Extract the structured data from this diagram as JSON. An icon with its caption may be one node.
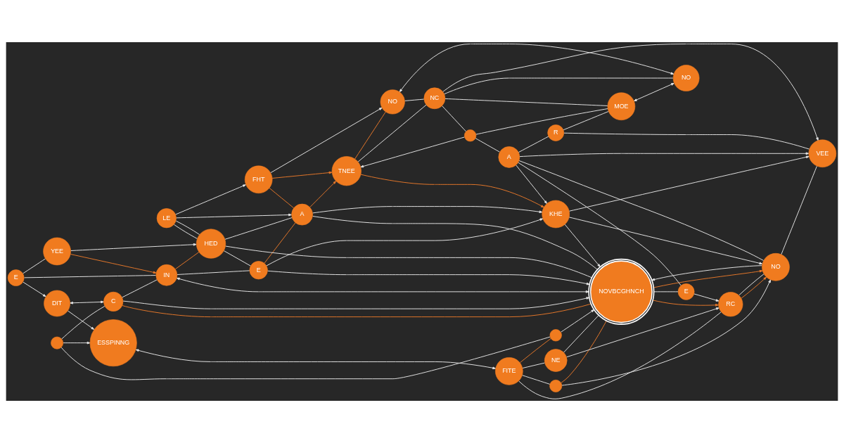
{
  "diagram": {
    "nodes": [
      {
        "text": [
          "YEE"
        ]
      },
      {
        "text": [
          "LE"
        ]
      },
      {
        "text": [
          "FHT"
        ]
      },
      {
        "text": [
          "E"
        ]
      },
      {
        "text": [
          "DIT"
        ]
      },
      {
        "text": [
          "HED"
        ]
      },
      {
        "text": [
          "IN"
        ]
      },
      {
        "text": [
          "A"
        ]
      },
      {
        "text": [
          "NO"
        ]
      },
      {
        "text": [
          "C"
        ]
      },
      {
        "text": [
          "E"
        ]
      },
      {
        "text": [
          "TNEE"
        ]
      },
      {
        "text": [
          "NO"
        ]
      },
      {
        "text": [
          "ESSPINNG"
        ]
      },
      {
        "text": [],
        "shape": "circle"
      },
      {
        "text": [
          "NC"
        ]
      },
      {
        "text": [
          "KHE"
        ]
      },
      {
        "text": [
          "NOVBCGHNCH"
        ]
      },
      {
        "text": [],
        "shape": "circle"
      },
      {
        "text": [],
        "shape": "circle"
      },
      {
        "text": [
          "A"
        ]
      },
      {
        "text": [
          "FITE"
        ]
      },
      {
        "text": [],
        "shape": "circle"
      },
      {
        "text": [
          "MOE"
        ]
      },
      {
        "text": [
          "NO"
        ]
      },
      {
        "text": [
          "R"
        ]
      },
      {
        "text": [
          "VEE"
        ]
      },
      {
        "text": [
          "NE"
        ]
      },
      {
        "text": [
          "RC"
        ]
      },
      {
        "text": [
          "E"
        ]
      }
    ],
    "edges": [
      {
        "from": 3,
        "to": 0,
        "arrow": "none"
      },
      {
        "from": 3,
        "to": 4,
        "arrow": "to"
      },
      {
        "from": 3,
        "to": 6,
        "arrow": "none"
      },
      {
        "from": 4,
        "to": 9,
        "arrow": "both"
      },
      {
        "from": 4,
        "to": 13,
        "arrow": "to"
      },
      {
        "from": 14,
        "to": 13,
        "arrow": "to"
      },
      {
        "from": 14,
        "to": 9,
        "arrow": "none"
      },
      {
        "from": 14,
        "to": 18,
        "arrow": "none"
      },
      {
        "from": 9,
        "to": 6,
        "arrow": "none"
      },
      {
        "from": 9,
        "to": 17,
        "arrow": "none",
        "color": "#e8782a"
      },
      {
        "from": 9,
        "to": 17,
        "arrow": "to"
      },
      {
        "from": 18,
        "to": 17,
        "arrow": "to"
      },
      {
        "from": 13,
        "to": 21,
        "arrow": "both"
      },
      {
        "from": 21,
        "to": 18,
        "arrow": "none",
        "color": "#e8782a"
      },
      {
        "from": 21,
        "to": 22,
        "arrow": "none"
      },
      {
        "from": 22,
        "to": 17,
        "arrow": "none",
        "color": "#e8782a"
      },
      {
        "from": 22,
        "to": 24,
        "arrow": "to"
      },
      {
        "from": 21,
        "to": 27,
        "arrow": "none"
      },
      {
        "from": 21,
        "to": 28,
        "arrow": "none"
      },
      {
        "from": 27,
        "to": 28,
        "arrow": "to"
      },
      {
        "from": 27,
        "to": 17,
        "arrow": "none"
      },
      {
        "from": 17,
        "to": 28,
        "arrow": "to",
        "color": "#e8782a"
      },
      {
        "from": 28,
        "to": 24,
        "arrow": "to",
        "color": "#e8782a"
      },
      {
        "from": 29,
        "to": 28,
        "arrow": "to"
      },
      {
        "from": 28,
        "to": 24,
        "arrow": "none"
      },
      {
        "from": 17,
        "to": 29,
        "arrow": "none"
      },
      {
        "from": 17,
        "to": 24,
        "arrow": "to",
        "color": "#e8782a"
      },
      {
        "from": 24,
        "to": 17,
        "arrow": "to"
      },
      {
        "from": 16,
        "to": 17,
        "arrow": "to"
      },
      {
        "from": 17,
        "to": 5,
        "arrow": "none"
      },
      {
        "from": 6,
        "to": 17,
        "arrow": "both"
      },
      {
        "from": 6,
        "to": 5,
        "arrow": "none",
        "color": "#e8782a"
      },
      {
        "from": 0,
        "to": 6,
        "arrow": "to",
        "color": "#e8782a"
      },
      {
        "from": 0,
        "to": 5,
        "arrow": "to"
      },
      {
        "from": 6,
        "to": 10,
        "arrow": "none"
      },
      {
        "from": 10,
        "to": 16,
        "arrow": "to"
      },
      {
        "from": 5,
        "to": 10,
        "arrow": "none"
      },
      {
        "from": 10,
        "to": 17,
        "arrow": "to"
      },
      {
        "from": 10,
        "to": 7,
        "arrow": "none",
        "color": "#e8782a"
      },
      {
        "from": 7,
        "to": 17,
        "arrow": "none"
      },
      {
        "from": 5,
        "to": 7,
        "arrow": "none"
      },
      {
        "from": 1,
        "to": 5,
        "arrow": "none"
      },
      {
        "from": 1,
        "to": 5,
        "arrow": "none"
      },
      {
        "from": 1,
        "to": 7,
        "arrow": "to"
      },
      {
        "from": 1,
        "to": 2,
        "arrow": "to"
      },
      {
        "from": 2,
        "to": 7,
        "arrow": "none",
        "color": "#e8782a"
      },
      {
        "from": 2,
        "to": 11,
        "arrow": "to",
        "color": "#e8782a"
      },
      {
        "from": 2,
        "to": 8,
        "arrow": "to"
      },
      {
        "from": 7,
        "to": 11,
        "arrow": "to",
        "color": "#e8782a"
      },
      {
        "from": 7,
        "to": 16,
        "arrow": "to"
      },
      {
        "from": 11,
        "to": 8,
        "arrow": "none",
        "color": "#e8782a"
      },
      {
        "from": 11,
        "to": 16,
        "arrow": "to",
        "color": "#e8782a"
      },
      {
        "from": 11,
        "to": 15,
        "arrow": "none"
      },
      {
        "from": 8,
        "to": 15,
        "arrow": "none"
      },
      {
        "from": 8,
        "to": 12,
        "arrow": "both"
      },
      {
        "from": 15,
        "to": 12,
        "arrow": "none"
      },
      {
        "from": 23,
        "to": 12,
        "arrow": "both"
      },
      {
        "from": 19,
        "to": 11,
        "arrow": "to"
      },
      {
        "from": 15,
        "to": 19,
        "arrow": "none"
      },
      {
        "from": 15,
        "to": 26,
        "arrow": "to"
      },
      {
        "from": 15,
        "to": 23,
        "arrow": "none"
      },
      {
        "from": 19,
        "to": 20,
        "arrow": "none"
      },
      {
        "from": 19,
        "to": 23,
        "arrow": "none"
      },
      {
        "from": 20,
        "to": 25,
        "arrow": "none"
      },
      {
        "from": 25,
        "to": 23,
        "arrow": "none"
      },
      {
        "from": 25,
        "to": 26,
        "arrow": "none"
      },
      {
        "from": 20,
        "to": 26,
        "arrow": "to"
      },
      {
        "from": 16,
        "to": 26,
        "arrow": "to"
      },
      {
        "from": 20,
        "to": 16,
        "arrow": "to"
      },
      {
        "from": 16,
        "to": 24,
        "arrow": "to"
      },
      {
        "from": 24,
        "to": 20,
        "arrow": "none"
      },
      {
        "from": 24,
        "to": 26,
        "arrow": "none"
      },
      {
        "from": 29,
        "to": 20,
        "arrow": "none"
      }
    ]
  }
}
